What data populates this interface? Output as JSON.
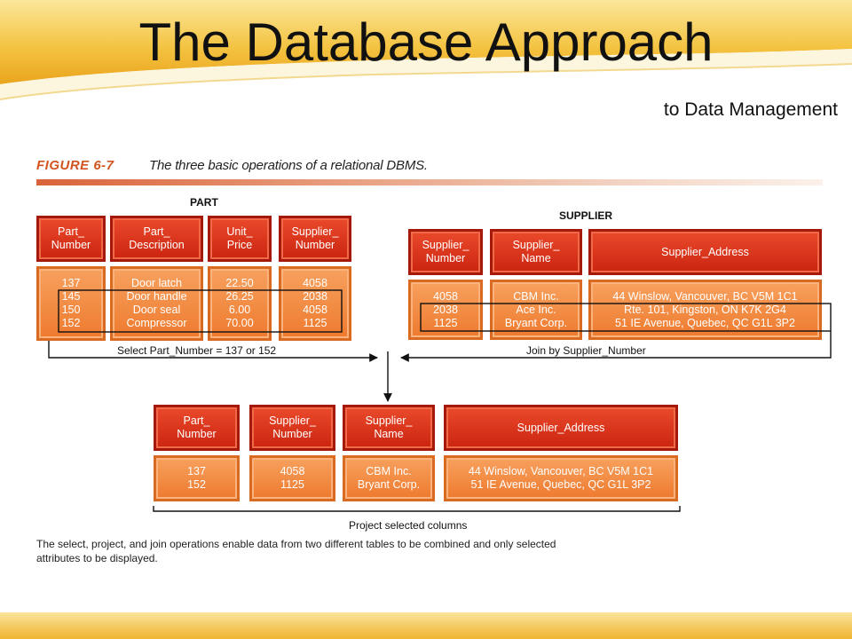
{
  "slide": {
    "title": "The Database Approach",
    "subtitle": "to Data Management"
  },
  "figure": {
    "label": "FIGURE 6-7",
    "caption": "The three basic operations of a relational DBMS.",
    "note": "The select, project, and join operations enable data from two different tables to be combined and only selected\nattributes to be displayed."
  },
  "part_table": {
    "title": "PART",
    "columns": [
      {
        "header": "Part_\nNumber",
        "values": "137\n145\n150\n152"
      },
      {
        "header": "Part_\nDescription",
        "values": "Door latch\nDoor handle\nDoor seal\nCompressor"
      },
      {
        "header": "Unit_\nPrice",
        "values": "22.50\n26.25\n6.00\n70.00"
      },
      {
        "header": "Supplier_\nNumber",
        "values": "4058\n2038\n4058\n1125"
      }
    ]
  },
  "supplier_table": {
    "title": "SUPPLIER",
    "columns": [
      {
        "header": "Supplier_\nNumber",
        "values": "4058\n2038\n1125"
      },
      {
        "header": "Supplier_\nName",
        "values": "CBM Inc.\nAce Inc.\nBryant Corp."
      },
      {
        "header": "Supplier_Address",
        "values": "44 Winslow, Vancouver, BC V5M 1C1\nRte. 101, Kingston, ON K7K 2G4\n51 IE Avenue, Quebec, QC G1L 3P2"
      }
    ]
  },
  "result_table": {
    "columns": [
      {
        "header": "Part_\nNumber",
        "values": "137\n152"
      },
      {
        "header": "Supplier_\nNumber",
        "values": "4058\n1125"
      },
      {
        "header": "Supplier_\nName",
        "values": "CBM Inc.\nBryant Corp."
      },
      {
        "header": "Supplier_Address",
        "values": "44 Winslow, Vancouver, BC V5M 1C1\n51 IE Avenue, Quebec, QC G1L 3P2"
      }
    ]
  },
  "operations": {
    "select": "Select Part_Number = 137 or 152",
    "join": "Join by Supplier_Number",
    "project": "Project selected columns"
  },
  "colors": {
    "header_fill": "#d8311a",
    "cell_fill": "#f28a3e",
    "figure_label": "#d2541f",
    "banner_gold": "#f2b72c"
  }
}
